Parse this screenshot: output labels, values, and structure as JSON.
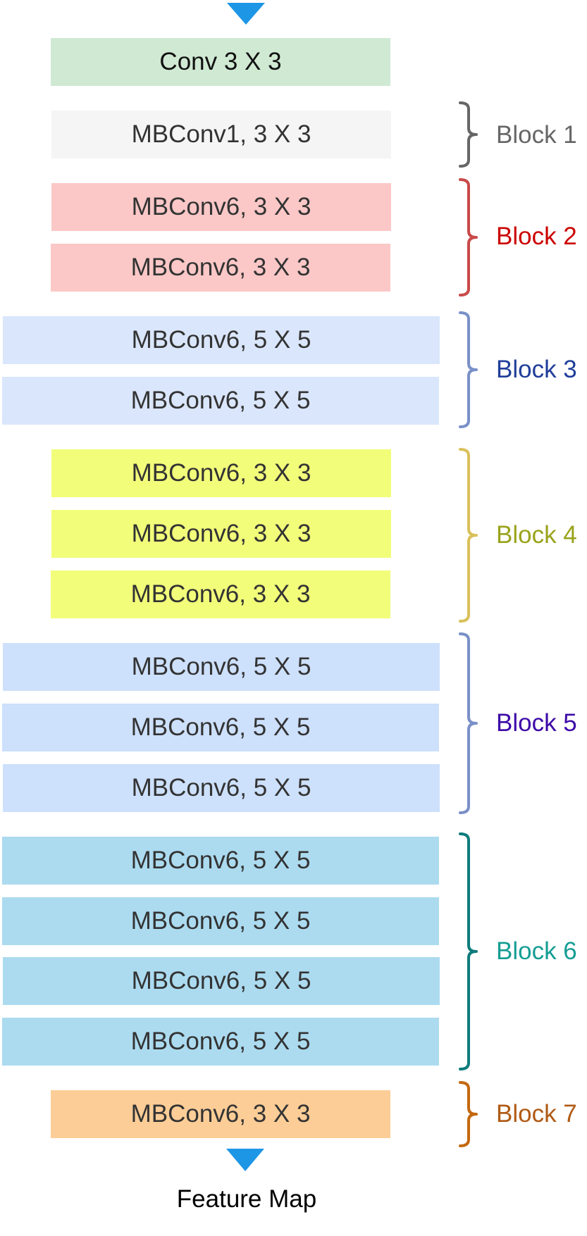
{
  "stem": {
    "label": "Conv 3 X 3",
    "color": "#d0e9d3"
  },
  "blocks": [
    {
      "label": "Block 1",
      "label_color": "#666666",
      "brace_color": "#666666",
      "layers": [
        {
          "label": "MBConv1, 3 X 3",
          "color": "#f5f5f5"
        }
      ]
    },
    {
      "label": "Block 2",
      "label_color": "#cc0000",
      "brace_color": "#c94a4a",
      "layers": [
        {
          "label": "MBConv6, 3 X 3",
          "color": "#fbc8c7"
        },
        {
          "label": "MBConv6, 3 X 3",
          "color": "#fbc8c7"
        }
      ]
    },
    {
      "label": "Block 3",
      "label_color": "#1f3e9a",
      "brace_color": "#7a90c8",
      "layers": [
        {
          "label": "MBConv6, 5 X 5",
          "color": "#dae6fb"
        },
        {
          "label": "MBConv6, 5 X 5",
          "color": "#dae6fb"
        }
      ]
    },
    {
      "label": "Block 4",
      "label_color": "#9aa31b",
      "brace_color": "#d9c15a",
      "layers": [
        {
          "label": "MBConv6, 3 X 3",
          "color": "#f2fd7a"
        },
        {
          "label": "MBConv6, 3 X 3",
          "color": "#f2fd7a"
        },
        {
          "label": "MBConv6, 3 X 3",
          "color": "#f2fd7a"
        }
      ]
    },
    {
      "label": "Block 5",
      "label_color": "#3d0aa8",
      "brace_color": "#7a90c8",
      "layers": [
        {
          "label": "MBConv6, 5 X 5",
          "color": "#cde0fc"
        },
        {
          "label": "MBConv6, 5 X 5",
          "color": "#cde0fc"
        },
        {
          "label": "MBConv6, 5 X 5",
          "color": "#cde0fc"
        }
      ]
    },
    {
      "label": "Block 6",
      "label_color": "#159d94",
      "brace_color": "#0e7c7b",
      "layers": [
        {
          "label": "MBConv6, 5 X 5",
          "color": "#acdbf0"
        },
        {
          "label": "MBConv6, 5 X 5",
          "color": "#acdbf0"
        },
        {
          "label": "MBConv6, 5 X 5",
          "color": "#acdbf0"
        },
        {
          "label": "MBConv6, 5 X 5",
          "color": "#acdbf0"
        }
      ]
    },
    {
      "label": "Block 7",
      "label_color": "#b05a14",
      "brace_color": "#c4680f",
      "layers": [
        {
          "label": "MBConv6, 3 X 3",
          "color": "#fdcd97"
        }
      ]
    }
  ],
  "output_label": "Feature Map",
  "arrow_color": "#1e96e6"
}
